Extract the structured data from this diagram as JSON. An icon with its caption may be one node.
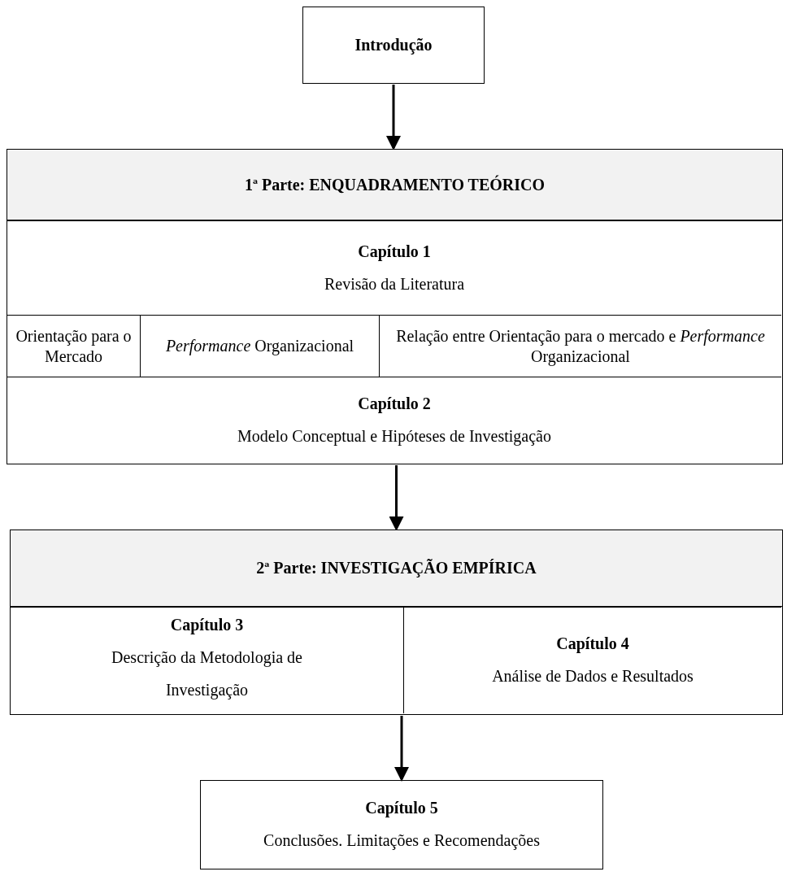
{
  "diagram": {
    "nodes": [
      {
        "text": [
          "Introdução"
        ]
      },
      {
        "text": [
          "1ª Parte: ENQUADRAMENTO TEÓRICO"
        ]
      },
      {
        "text": [
          "Capítulo 1",
          "Revisão da Literatura"
        ],
        "in": 1
      },
      {
        "text": [
          "Orientação para o Mercado"
        ],
        "in": 1
      },
      {
        "text": [
          "*Performance* Organizacional"
        ],
        "in": 1
      },
      {
        "text": [
          "Relação entre Orientação para o mercado e *Performance* Organizacional"
        ],
        "in": 1
      },
      {
        "text": [
          "Capítulo 2",
          "Modelo Conceptual e Hipóteses de Investigação"
        ],
        "in": 1
      },
      {
        "text": [
          "2ª Parte: INVESTIGAÇÃO EMPÍRICA"
        ]
      },
      {
        "text": [
          "Capítulo 3",
          "Descrição da Metodologia de Investigação"
        ],
        "in": 7
      },
      {
        "text": [
          "Capítulo 4",
          "Análise de Dados e Resultados"
        ],
        "in": 7
      },
      {
        "text": [
          "Capítulo 5",
          "Conclusões. Limitações e Recomendações"
        ]
      }
    ],
    "edges": [
      {
        "from": 0,
        "to": 1,
        "arrow": "to"
      },
      {
        "from": 1,
        "to": 7,
        "arrow": "to"
      },
      {
        "from": 7,
        "to": 10,
        "arrow": "to"
      }
    ]
  }
}
